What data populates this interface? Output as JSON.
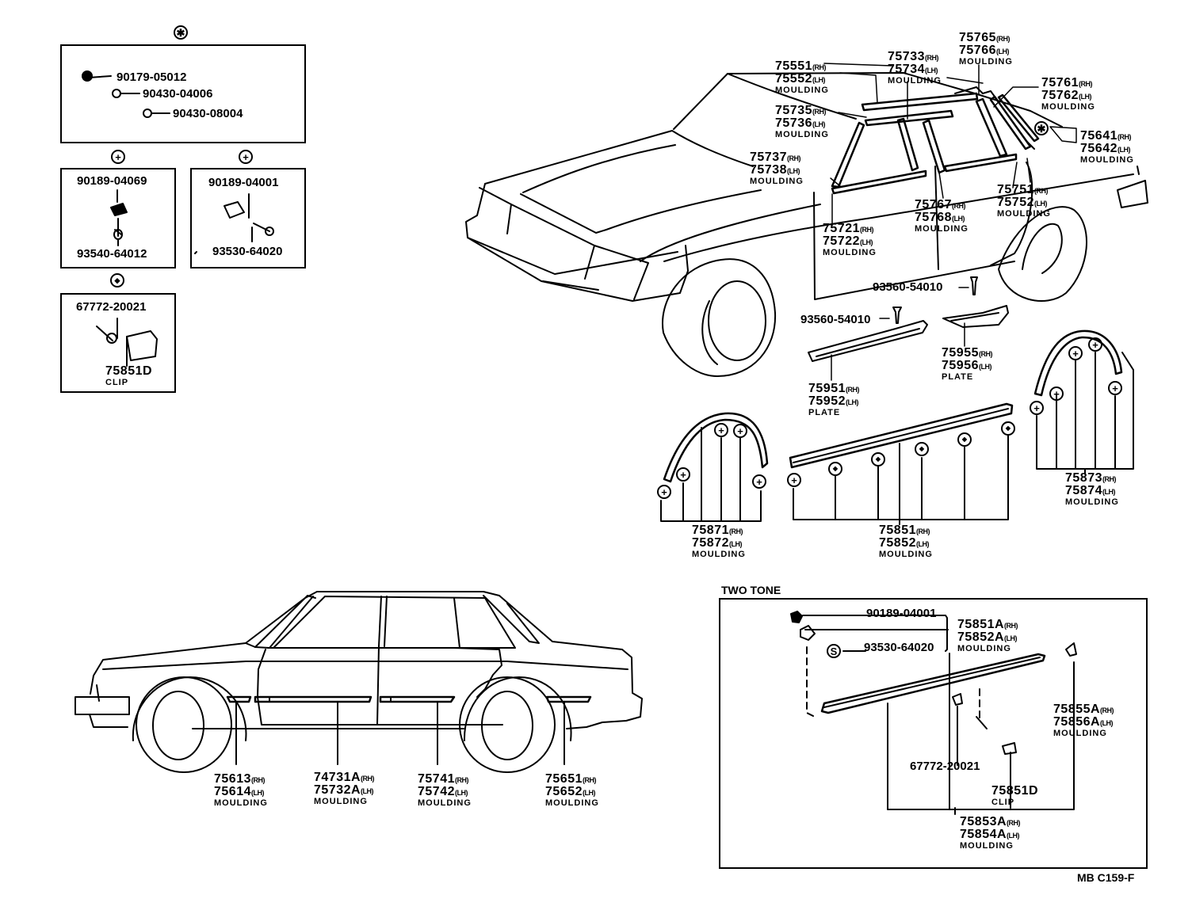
{
  "diagram": {
    "type": "parts-catalog-illustration",
    "subject": "Body side mouldings and fasteners",
    "code": "MB C159-F"
  },
  "fastener_groups": [
    {
      "symbol": "asterisk",
      "parts": [
        "90179-05012",
        "90430-04006",
        "90430-08004"
      ]
    },
    {
      "symbol": "circle-plus",
      "parts": [
        "90189-04069",
        "93540-64012"
      ]
    },
    {
      "symbol": "circle-plus-bold",
      "parts": [
        "90189-04001",
        "93530-64020"
      ]
    },
    {
      "symbol": "circle-square",
      "parts": [
        "67772-20021"
      ],
      "clip": {
        "part": "75851D",
        "name": "CLIP"
      }
    }
  ],
  "top_mouldings": [
    {
      "rh": "75551",
      "lh": "75552",
      "name": "MOULDING"
    },
    {
      "rh": "75733",
      "lh": "75734",
      "name": "MOULDING"
    },
    {
      "rh": "75765",
      "lh": "75766",
      "name": "MOULDING"
    },
    {
      "rh": "75761",
      "lh": "75762",
      "name": "MOULDING"
    },
    {
      "rh": "75735",
      "lh": "75736",
      "name": "MOULDING"
    },
    {
      "rh": "75641",
      "lh": "75642",
      "name": "MOULDING"
    },
    {
      "rh": "75737",
      "lh": "75738",
      "name": "MOULDING"
    },
    {
      "rh": "75751",
      "lh": "75752",
      "name": "MOULDING"
    },
    {
      "rh": "75767",
      "lh": "75768",
      "name": "MOULDING"
    },
    {
      "rh": "75721",
      "lh": "75722",
      "name": "MOULDING"
    }
  ],
  "screws": [
    "93560-54010",
    "93560-54010"
  ],
  "plates": [
    {
      "rh": "75955",
      "lh": "75956",
      "name": "PLATE"
    },
    {
      "rh": "75951",
      "lh": "75952",
      "name": "PLATE"
    }
  ],
  "wheel_arch_mouldings": [
    {
      "rh": "75871",
      "lh": "75872",
      "name": "MOULDING"
    },
    {
      "rh": "75851",
      "lh": "75852",
      "name": "MOULDING"
    },
    {
      "rh": "75873",
      "lh": "75874",
      "name": "MOULDING"
    }
  ],
  "side_view_mouldings": [
    {
      "rh": "75613",
      "lh": "75614",
      "name": "MOULDING"
    },
    {
      "rh": "74731A",
      "lh": "75732A",
      "name": "MOULDING"
    },
    {
      "rh": "75741",
      "lh": "75742",
      "name": "MOULDING"
    },
    {
      "rh": "75651",
      "lh": "75652",
      "name": "MOULDING"
    }
  ],
  "two_tone": {
    "title": "TWO TONE",
    "fasteners": [
      "90189-04001",
      "93530-64020",
      "67772-20021"
    ],
    "s_symbol": "S",
    "mouldings": [
      {
        "rh": "75851A",
        "lh": "75852A",
        "name": "MOULDING"
      },
      {
        "rh": "75855A",
        "lh": "75856A",
        "name": "MOULDING"
      },
      {
        "rh": "75853A",
        "lh": "75854A",
        "name": "MOULDING"
      }
    ],
    "clip": {
      "part": "75851D",
      "name": "CLIP"
    }
  },
  "suffix": {
    "rh": "(RH)",
    "lh": "(LH)"
  },
  "symbols": {
    "asterisk": "✱",
    "plus": "+",
    "square": "◆",
    "s": "S"
  }
}
